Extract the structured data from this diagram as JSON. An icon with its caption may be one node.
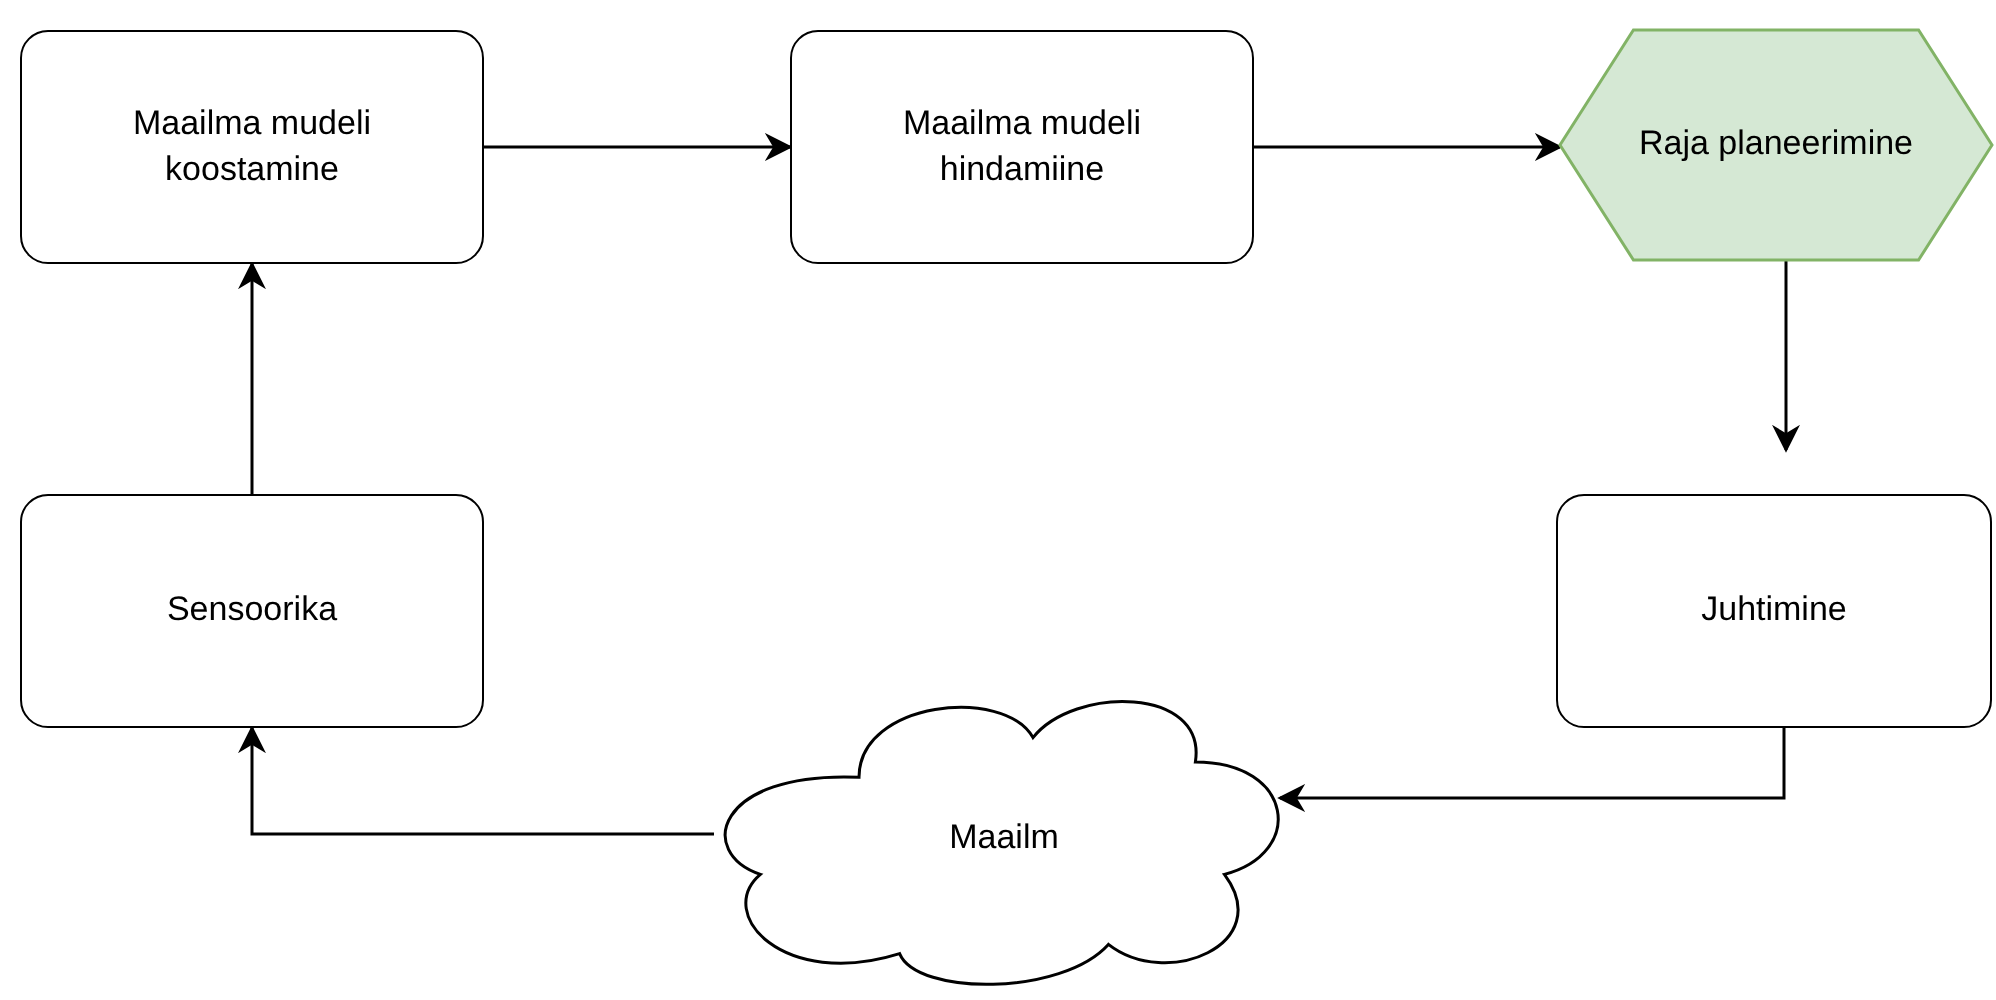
{
  "diagram": {
    "nodes": [
      {
        "text": [
          "Maailma mudeli koostamine"
        ]
      },
      {
        "text": [
          "Maailma mudeli hindamiine"
        ]
      },
      {
        "text": [
          "Raja planeerimine"
        ]
      },
      {
        "text": [
          "Juhtimine"
        ]
      },
      {
        "text": [
          "Maailm"
        ]
      },
      {
        "text": [
          "Sensoorika"
        ]
      }
    ],
    "edges": [
      {
        "from": 0,
        "to": 1,
        "arrow": "to"
      },
      {
        "from": 1,
        "to": 2,
        "arrow": "to"
      },
      {
        "from": 2,
        "to": 3,
        "arrow": "to"
      },
      {
        "from": 3,
        "to": 4,
        "arrow": "to"
      },
      {
        "from": 4,
        "to": 5,
        "arrow": "to"
      },
      {
        "from": 5,
        "to": 0,
        "arrow": "to"
      }
    ]
  }
}
